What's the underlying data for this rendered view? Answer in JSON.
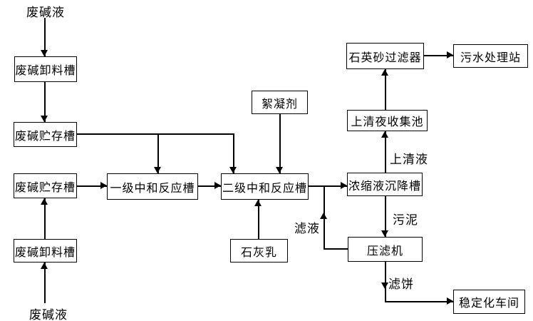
{
  "diagram": {
    "type": "flowchart",
    "nodes": {
      "unload_tank_1": "废碱卸料槽",
      "storage_tank_1": "废碱贮存槽",
      "storage_tank_2": "废碱贮存槽",
      "unload_tank_2": "废碱卸料槽",
      "primary_neutralization": "一级中和反应槽",
      "secondary_neutralization": "二级中和反应槽",
      "flocculant": "絮凝剂",
      "lime_milk": "石灰乳",
      "sand_filter": "石英砂过滤器",
      "sewage_station": "污水处理站",
      "supernatant_pool": "上清夜收集池",
      "settling_tank": "浓缩液沉降槽",
      "filter_press": "压滤机",
      "stabilization_workshop": "稳定化车间"
    },
    "stream_labels": {
      "feed_top": "废碱液",
      "feed_bottom": "废碱液",
      "supernatant": "上清液",
      "sludge": "污泥",
      "filtrate": "滤液",
      "filter_cake": "滤饼"
    },
    "colors": {
      "background": "#ffffff",
      "line": "#000000",
      "box_fill": "#ffffff",
      "text": "#000000"
    }
  }
}
